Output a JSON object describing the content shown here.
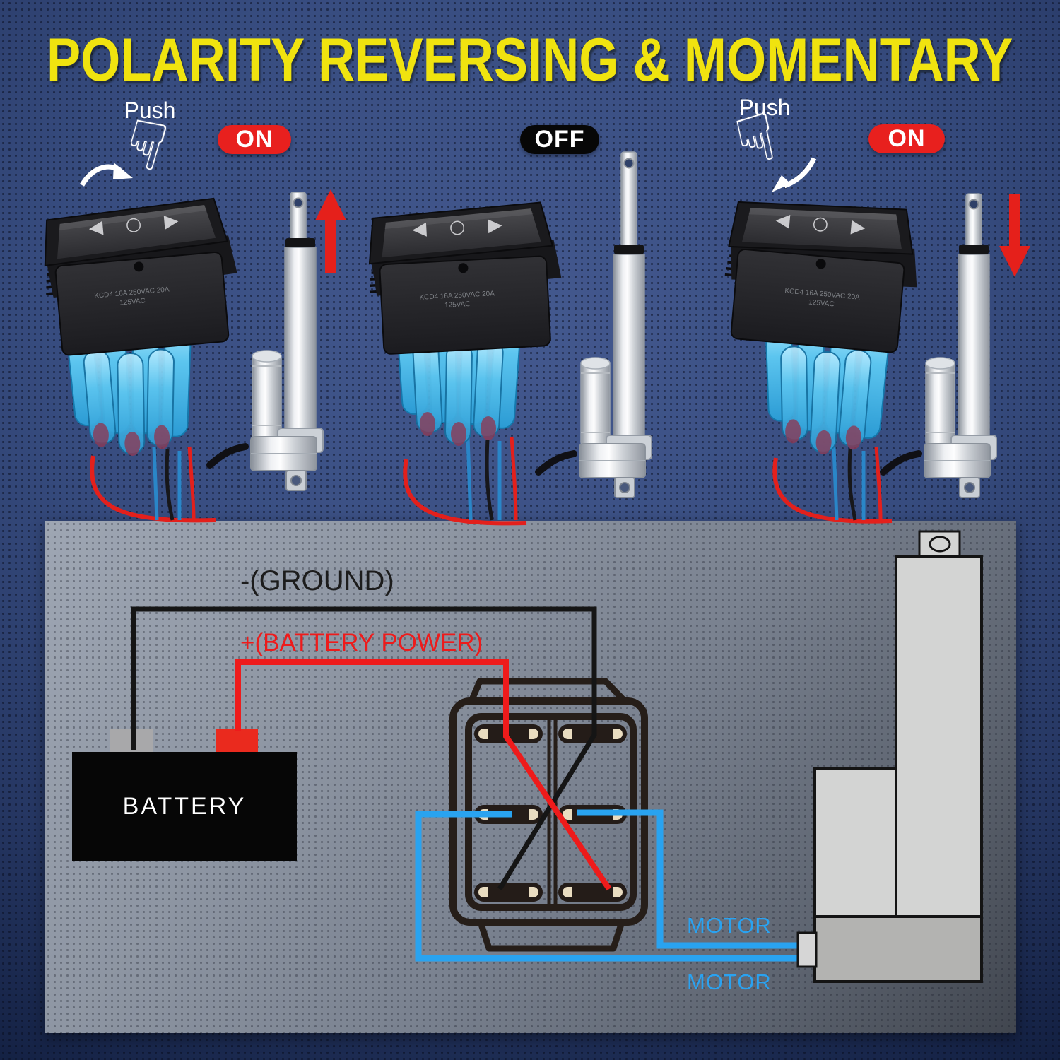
{
  "title": "POLARITY REVERSING & MOMENTARY",
  "scenes": {
    "left": {
      "push": "Push",
      "state": "ON"
    },
    "middle": {
      "state": "OFF"
    },
    "right": {
      "push": "Push",
      "state": "ON"
    }
  },
  "switch": {
    "rocker_symbols": "◀ ○ ▶",
    "front_label": "KCD4 16A 250VAC 20A 125VAC"
  },
  "icons": {
    "hand_down": "☟"
  },
  "diagram": {
    "ground": "-(GROUND)",
    "battery_power": "+(BATTERY POWER)",
    "battery": "BATTERY",
    "motor_top": "MOTOR",
    "motor_bottom": "MOTOR"
  },
  "colors": {
    "title_yellow": "#f0e30f",
    "on_red": "#e8201e",
    "off_black": "#070707",
    "wire_red": "#ee1b1b",
    "wire_blue": "#29a3f0",
    "wire_black": "#151515",
    "panel_gray": "#7e8794",
    "background_navy": "#2c3f6c"
  }
}
